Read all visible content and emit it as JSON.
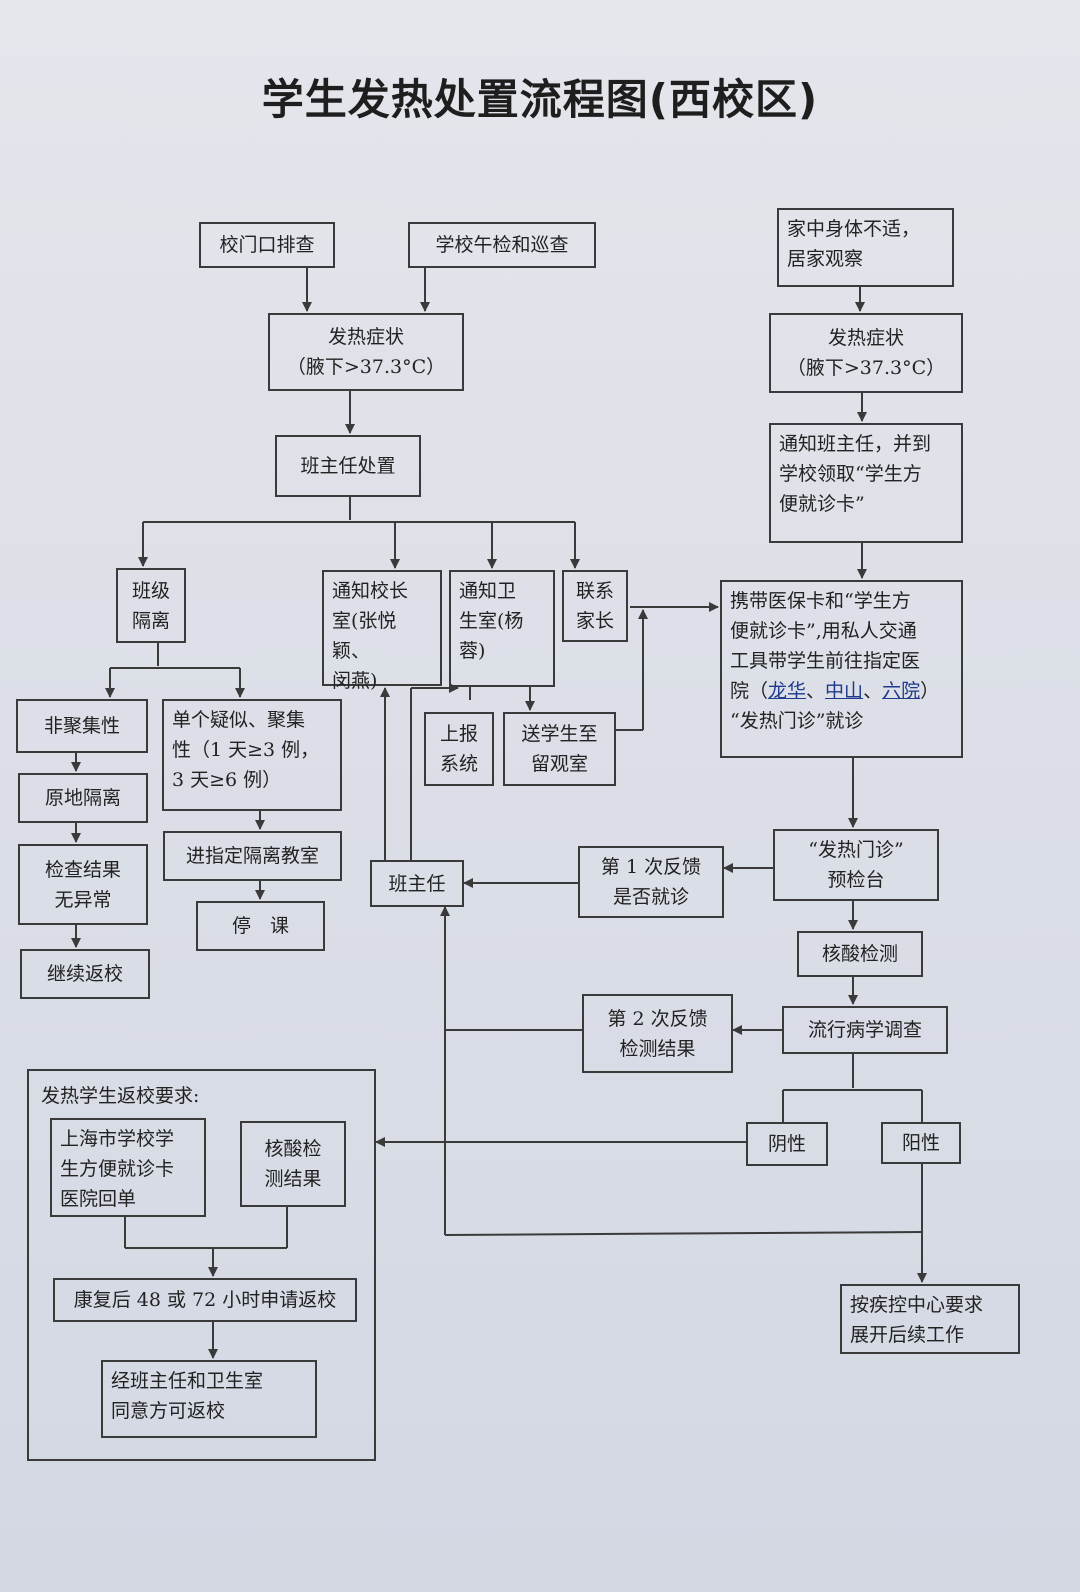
{
  "title": "学生发热处置流程图(西校区)",
  "colors": {
    "line": "#3a3a3a",
    "hospital_link": "#1f3a8a"
  },
  "nodes": {
    "gate_check": "校门口排查",
    "noon_check": "学校午检和巡查",
    "fever_left": "发热症状\n（腋下>37.3°C）",
    "teacher_handle": "班主任处置",
    "class_isolation": "班级\n隔离",
    "notify_principal": "通知校长\n室(张悦颖、\n闵燕)",
    "notify_clinic": "通知卫\n生室(杨\n蓉)",
    "contact_parents": "联系\n家长",
    "non_cluster": "非聚集性",
    "single_cluster": "单个疑似、聚集\n性（1 天≥3 例，\n3 天≥6 例）",
    "report_system": "上报\n系统",
    "send_observation": "送学生至\n留观室",
    "isolate_in_place": "原地隔离",
    "isolation_room": "进指定隔离教室",
    "check_normal": "检查结果\n无异常",
    "stop_class": "停　课",
    "return_school": "继续返校",
    "teacher": "班主任",
    "home_unwell": "家中身体不适，\n居家观察",
    "fever_right": "发热症状\n（腋下>37.3°C）",
    "notify_teacher_card": "通知班主任，并到\n学校领取“学生方\n便就诊卡”",
    "carry_card_prefix": "携带医保卡和“学生方\n便就诊卡”,用私人交通\n工具带学生前往指定医\n院（",
    "hospital_longhua": "龙华",
    "sep": "、",
    "hospital_zhongshan": "中山",
    "hospital_liuyuan": "六院",
    "carry_card_suffix": "）\n“发热门诊”就诊",
    "feedback1": "第 1 次反馈\n是否就诊",
    "fever_clinic_desk": "“发热门诊”\n预检台",
    "nucleic_test": "核酸检测",
    "feedback2": "第 2 次反馈\n检测结果",
    "epi_survey": "流行病学调查",
    "negative": "阴性",
    "positive": "阳性",
    "cdc_followup": "按疾控中心要求\n展开后续工作"
  },
  "return_panel": {
    "label": "发热学生返校要求:",
    "receipt": "上海市学校学\n生方便就诊卡\n医院回单",
    "nucleic_result": "核酸检\n测结果",
    "apply_return": "康复后 48 或 72 小时申请返校",
    "approval": "经班主任和卫生室\n同意方可返校"
  }
}
